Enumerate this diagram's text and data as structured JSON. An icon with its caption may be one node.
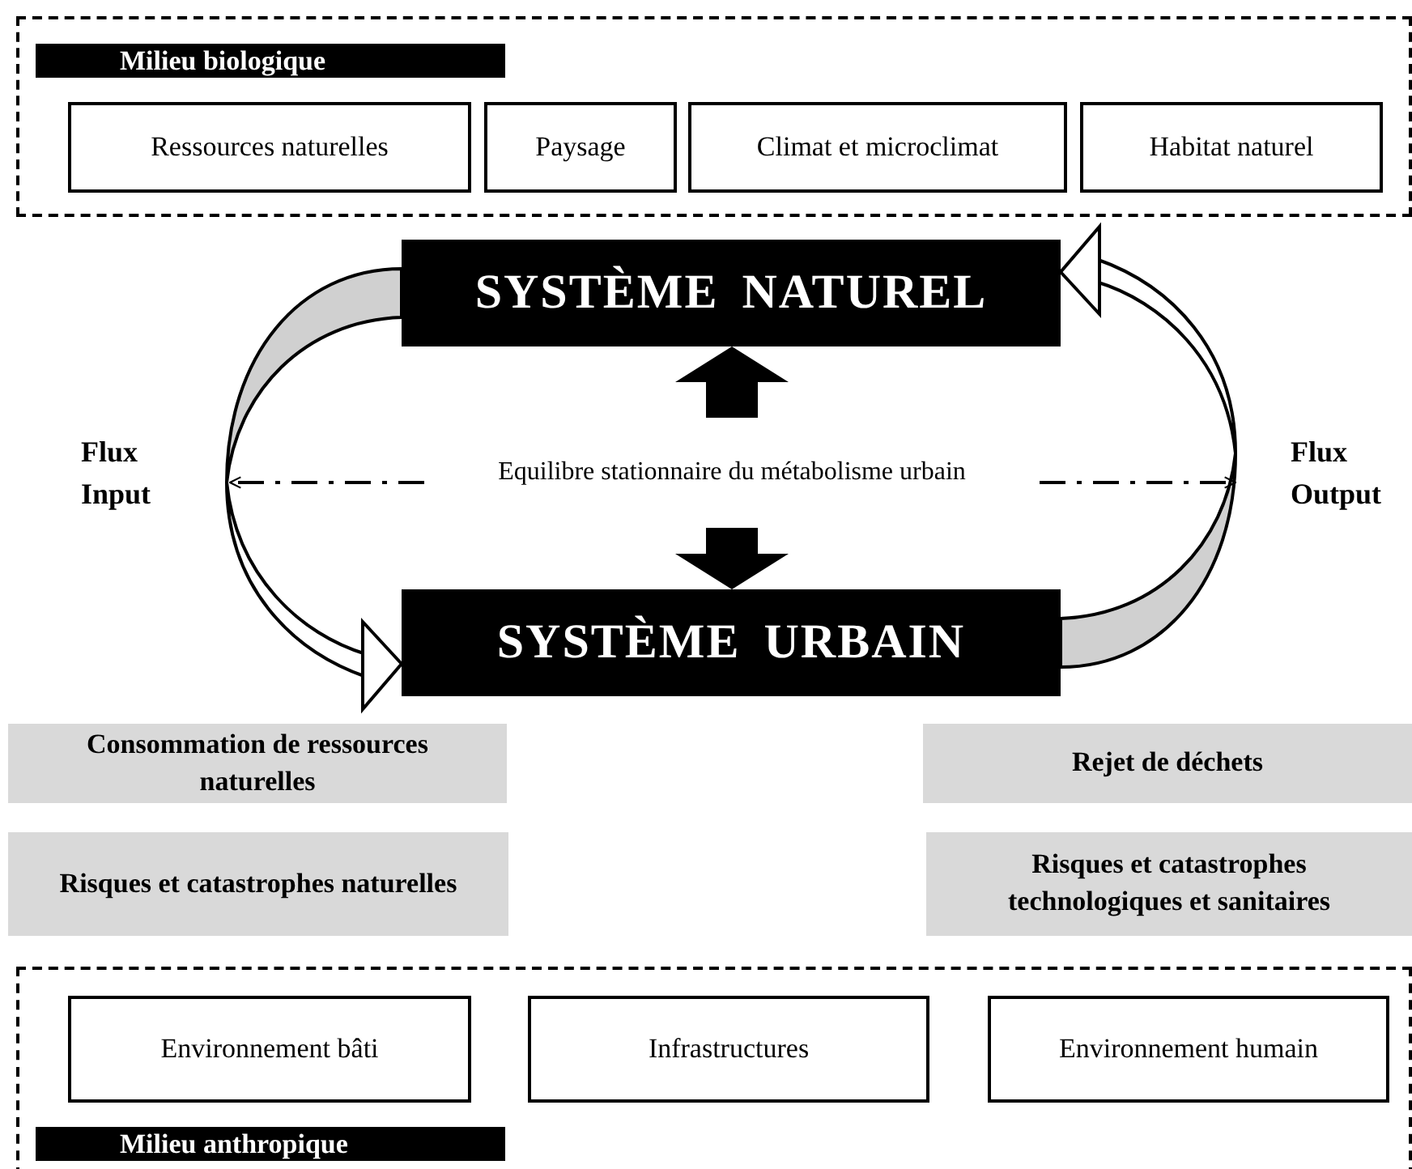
{
  "diagram": {
    "nodes": [
      {
        "text": [
          "Milieu biologique"
        ]
      },
      {
        "text": [
          "Ressources naturelles"
        ],
        "in": 0
      },
      {
        "text": [
          "Paysage"
        ],
        "in": 0
      },
      {
        "text": [
          "Climat et microclimat"
        ],
        "in": 0
      },
      {
        "text": [
          "Habitat naturel"
        ],
        "in": 0
      },
      {
        "text": [
          "SYSTÈME NATUREL"
        ]
      },
      {
        "text": [
          "SYSTÈME URBAIN"
        ]
      },
      {
        "text": [
          "Equilibre stationnaire du métabolisme urbain"
        ]
      },
      {
        "text": [
          "Flux Input"
        ]
      },
      {
        "text": [
          "Flux Output"
        ]
      },
      {
        "text": [
          "Consommation de ressources naturelles"
        ]
      },
      {
        "text": [
          "Risques et catastrophes naturelles"
        ]
      },
      {
        "text": [
          "Rejet de déchets"
        ]
      },
      {
        "text": [
          "Risques et catastrophes technologiques et sanitaires"
        ]
      },
      {
        "text": [
          "Milieu anthropique"
        ]
      },
      {
        "text": [
          "Environnement bâti"
        ],
        "in": 14
      },
      {
        "text": [
          "Infrastructures"
        ],
        "in": 14
      },
      {
        "text": [
          "Environnement humain"
        ],
        "in": 14
      }
    ],
    "edges": [
      {
        "from": 5,
        "to": 6,
        "arrow": "to"
      },
      {
        "from": 6,
        "to": 5,
        "arrow": "to"
      },
      {
        "from": 7,
        "to": 5,
        "arrow": "to",
        "style": "thick"
      },
      {
        "from": 7,
        "to": 6,
        "arrow": "to",
        "style": "thick"
      },
      {
        "from": 7,
        "to": 8,
        "arrow": "to",
        "style": "dashed"
      },
      {
        "from": 7,
        "to": 9,
        "arrow": "to",
        "style": "dashed"
      }
    ]
  }
}
